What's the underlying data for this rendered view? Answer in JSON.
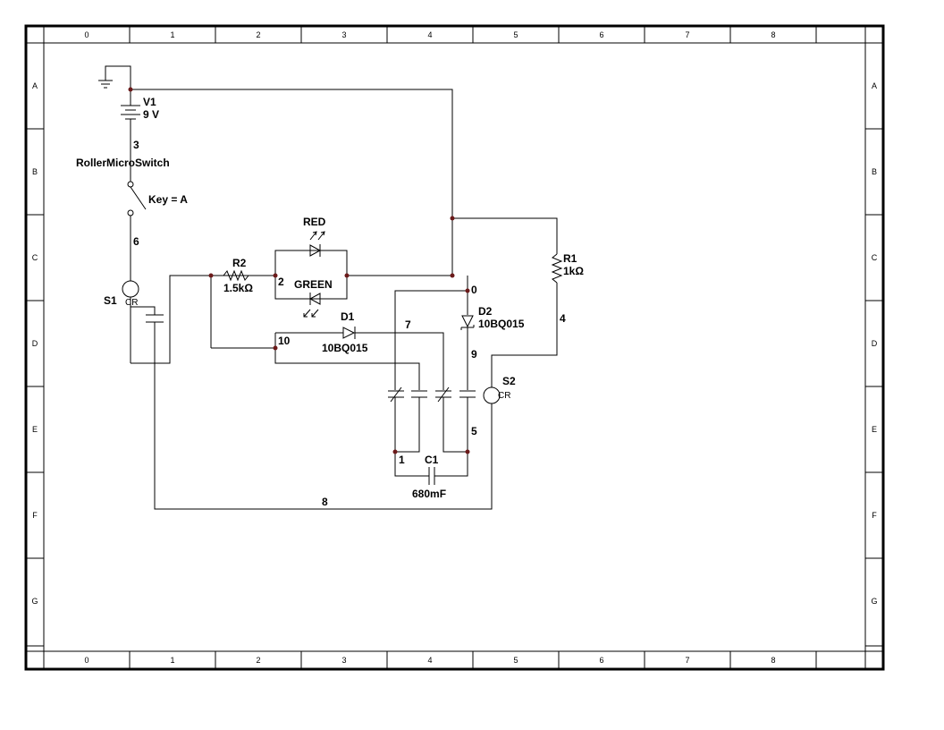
{
  "border": {
    "columns": [
      "0",
      "1",
      "2",
      "3",
      "4",
      "5",
      "6",
      "7",
      "8"
    ],
    "rows": [
      "A",
      "B",
      "C",
      "D",
      "E",
      "F",
      "G"
    ]
  },
  "labels": {
    "v1_name": "V1",
    "v1_value": "9 V",
    "switch_name": "RollerMicroSwitch",
    "switch_key": "Key = A",
    "s1_name": "S1",
    "s1_cr": "CR",
    "s2_name": "S2",
    "s2_cr": "CR",
    "r2_name": "R2",
    "r2_value": "1.5kΩ",
    "r1_name": "R1",
    "r1_value": "1kΩ",
    "led_red": "RED",
    "led_green": "GREEN",
    "d1_name": "D1",
    "d1_value": "10BQ015",
    "d2_name": "D2",
    "d2_value": "10BQ015",
    "c1_name": "C1",
    "c1_value": "680mF"
  },
  "nets": {
    "n0": "0",
    "n1": "1",
    "n2": "2",
    "n3": "3",
    "n4": "4",
    "n5": "5",
    "n6": "6",
    "n7": "7",
    "n8": "8",
    "n9": "9",
    "n10": "10"
  }
}
